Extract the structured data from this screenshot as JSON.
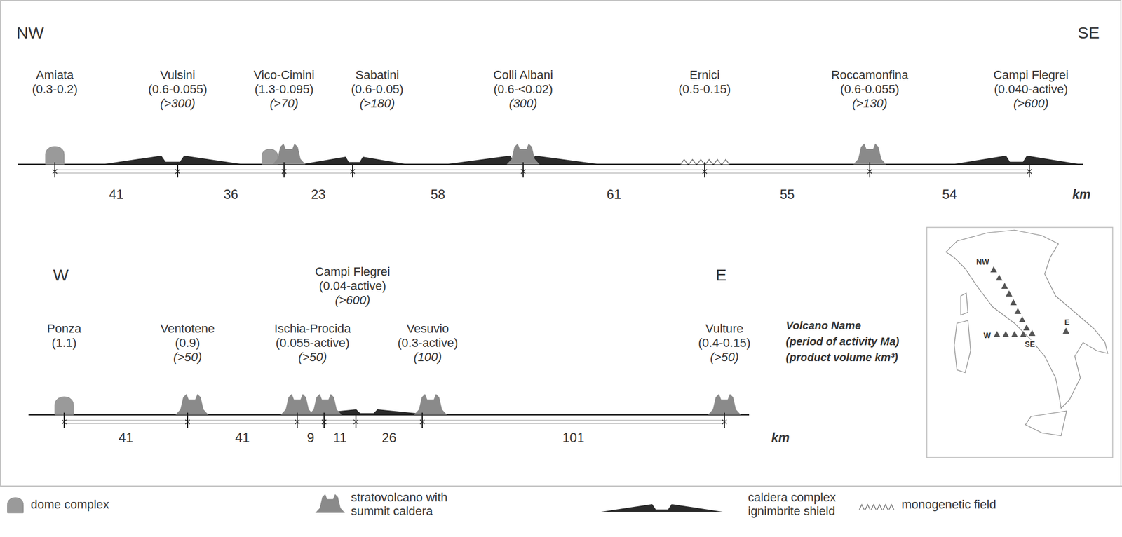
{
  "diagram": {
    "nodes": [
      {
        "text": [
          "Amiata",
          "(0.3-0.2)"
        ]
      },
      {
        "text": [
          "Vulsini",
          "(0.6-0.055)",
          "(>300)"
        ]
      },
      {
        "text": [
          "Vico-Cimini",
          "(1.3-0.095)",
          "(>70)"
        ]
      },
      {
        "text": [
          "Sabatini",
          "(0.6-0.05)",
          "(>180)"
        ]
      },
      {
        "text": [
          "Colli Albani",
          "(0.6-<0.02)",
          "(300)"
        ]
      },
      {
        "text": [
          "Ernici",
          "(0.5-0.15)"
        ]
      },
      {
        "text": [
          "Roccamonfina",
          "(0.6-0.055)",
          "(>130)"
        ]
      },
      {
        "text": [
          "Campi Flegrei",
          "(0.040-active)",
          "(>600)"
        ]
      },
      {
        "text": [
          "Ponza",
          "(1.1)"
        ]
      },
      {
        "text": [
          "Ventotene",
          "(0.9)",
          "(>50)"
        ]
      },
      {
        "text": [
          "Ischia-Procida",
          "(0.055-active)",
          "(>50)"
        ]
      },
      {
        "text": [
          "Campi Flegrei",
          "(0.04-active)",
          "(>600)"
        ]
      },
      {
        "text": [
          "Vesuvio",
          "(0.3-active)",
          "(100)"
        ]
      },
      {
        "text": [
          "Vulture",
          "(0.4-0.15)",
          "(>50)"
        ]
      }
    ],
    "labels": [
      "NW",
      "SE",
      "41",
      "36",
      "23",
      "58",
      "61",
      "55",
      "54",
      "km",
      "W",
      "E",
      "41",
      "41",
      "9",
      "11",
      "26",
      "101",
      "km",
      "Volcano Name",
      "(period of activity Ma)",
      "(product volume km³)",
      "NW",
      "W",
      "SE",
      "E"
    ],
    "legend": [
      {
        "text": "dome complex"
      },
      {
        "text": "stratovolcano with summit caldera"
      },
      {
        "text": "caldera complex ignimbrite shield"
      },
      {
        "text": "monogenetic field"
      }
    ]
  }
}
